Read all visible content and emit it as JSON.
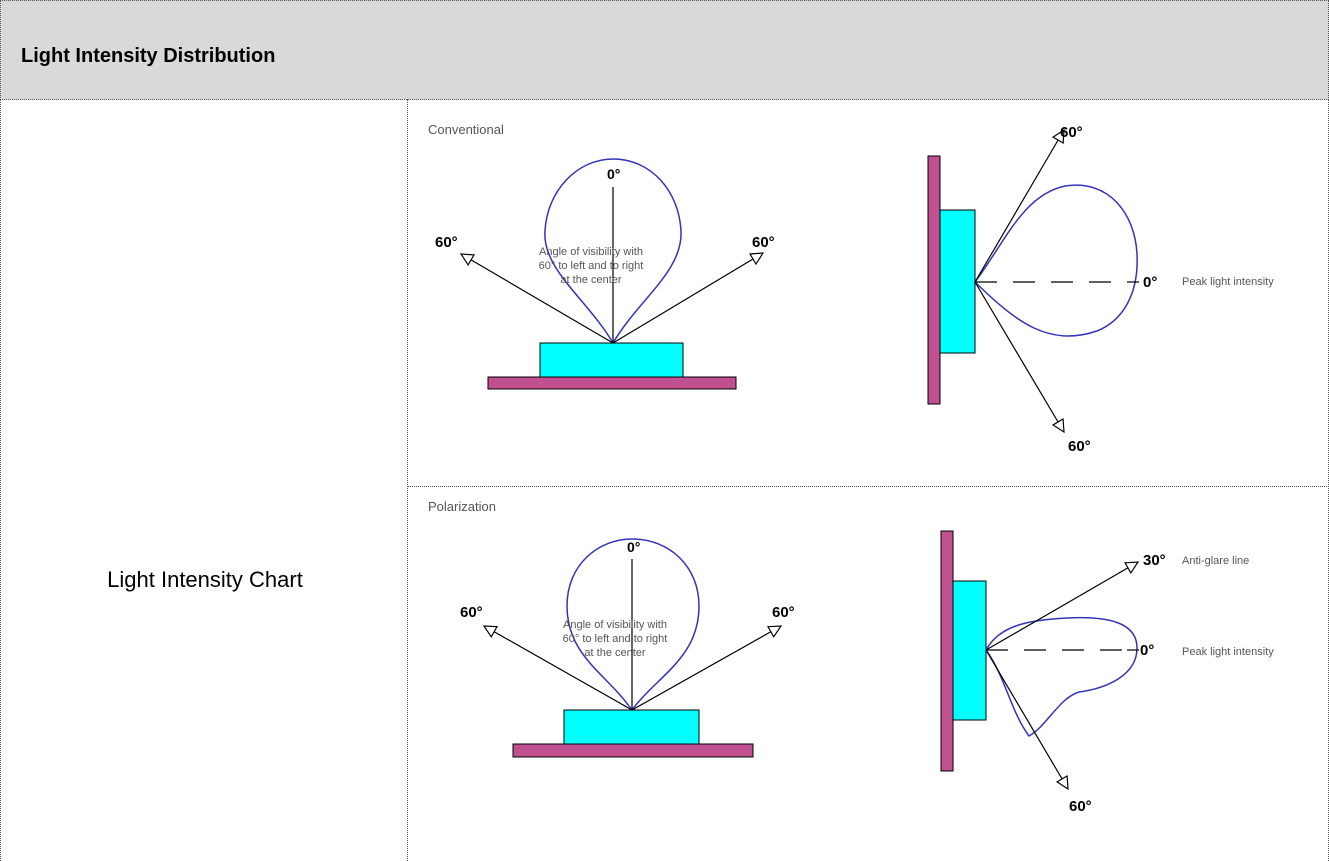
{
  "header": {
    "title": "Light Intensity Distribution"
  },
  "row": {
    "label": "Light Intensity Chart"
  },
  "panels": [
    {
      "title": "Conventional",
      "front": {
        "top_angle": "0°",
        "left_angle": "60°",
        "right_angle": "60°",
        "note_line1": "Angle of visibility with",
        "note_line2": "60° to left and to right",
        "note_line3": "at the center"
      },
      "side": {
        "upper_angle": "60°",
        "center_angle": "0°",
        "lower_angle": "60°",
        "peak_label": "Peak light intensity"
      }
    },
    {
      "title": "Polarization",
      "front": {
        "top_angle": "0°",
        "left_angle": "60°",
        "right_angle": "60°",
        "note_line1": "Angle of visibility with",
        "note_line2": "60° to left and to right",
        "note_line3": "at the center"
      },
      "side": {
        "upper_angle": "30°",
        "upper_label": "Anti-glare line",
        "center_angle": "0°",
        "lower_angle": "60°",
        "peak_label": "Peak light intensity"
      }
    }
  ],
  "colors": {
    "board": "#c0508f",
    "led": "#00ffff",
    "lobe": "#3333bb",
    "header_bg": "#d9d9d9"
  }
}
